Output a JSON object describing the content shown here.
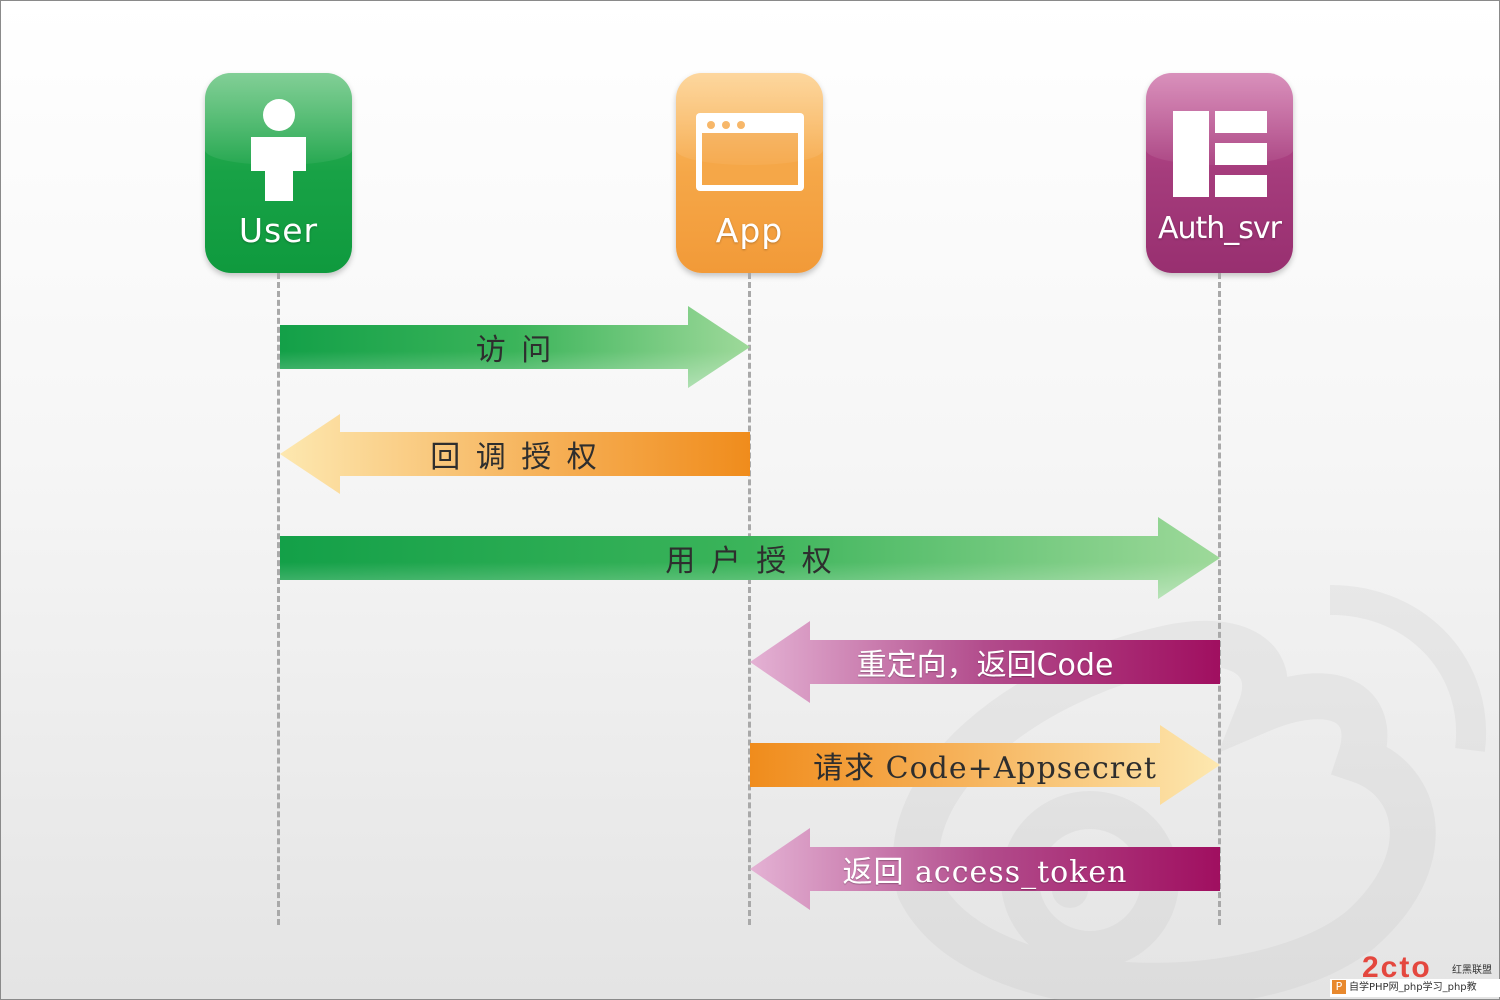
{
  "actors": {
    "user": {
      "label": "User",
      "color": "#18a246",
      "icon": "person-icon"
    },
    "app": {
      "label": "App",
      "color": "#f5a748",
      "icon": "browser-window-icon"
    },
    "auth": {
      "label": "Auth_svr",
      "color": "#a53c7c",
      "icon": "server-icon"
    }
  },
  "messages": [
    {
      "from": "User",
      "to": "App",
      "label": "访 问",
      "color": "#18a246"
    },
    {
      "from": "App",
      "to": "User",
      "label": "回 调 授 权",
      "color": "#f29a38"
    },
    {
      "from": "User",
      "to": "Auth_svr",
      "label": "用 户 授 权",
      "color": "#18a246"
    },
    {
      "from": "Auth_svr",
      "to": "App",
      "label": "重定向，返回Code",
      "color": "#a53c7c"
    },
    {
      "from": "App",
      "to": "Auth_svr",
      "label": "请求 Code+Appsecret",
      "color": "#f29a38"
    },
    {
      "from": "Auth_svr",
      "to": "App",
      "label": "返回 access_token",
      "color": "#a53c7c"
    }
  ],
  "watermark": {
    "logo": "2cto",
    "brand": "红黑联盟",
    "caption": "自学PHP网_php学习_php教"
  }
}
